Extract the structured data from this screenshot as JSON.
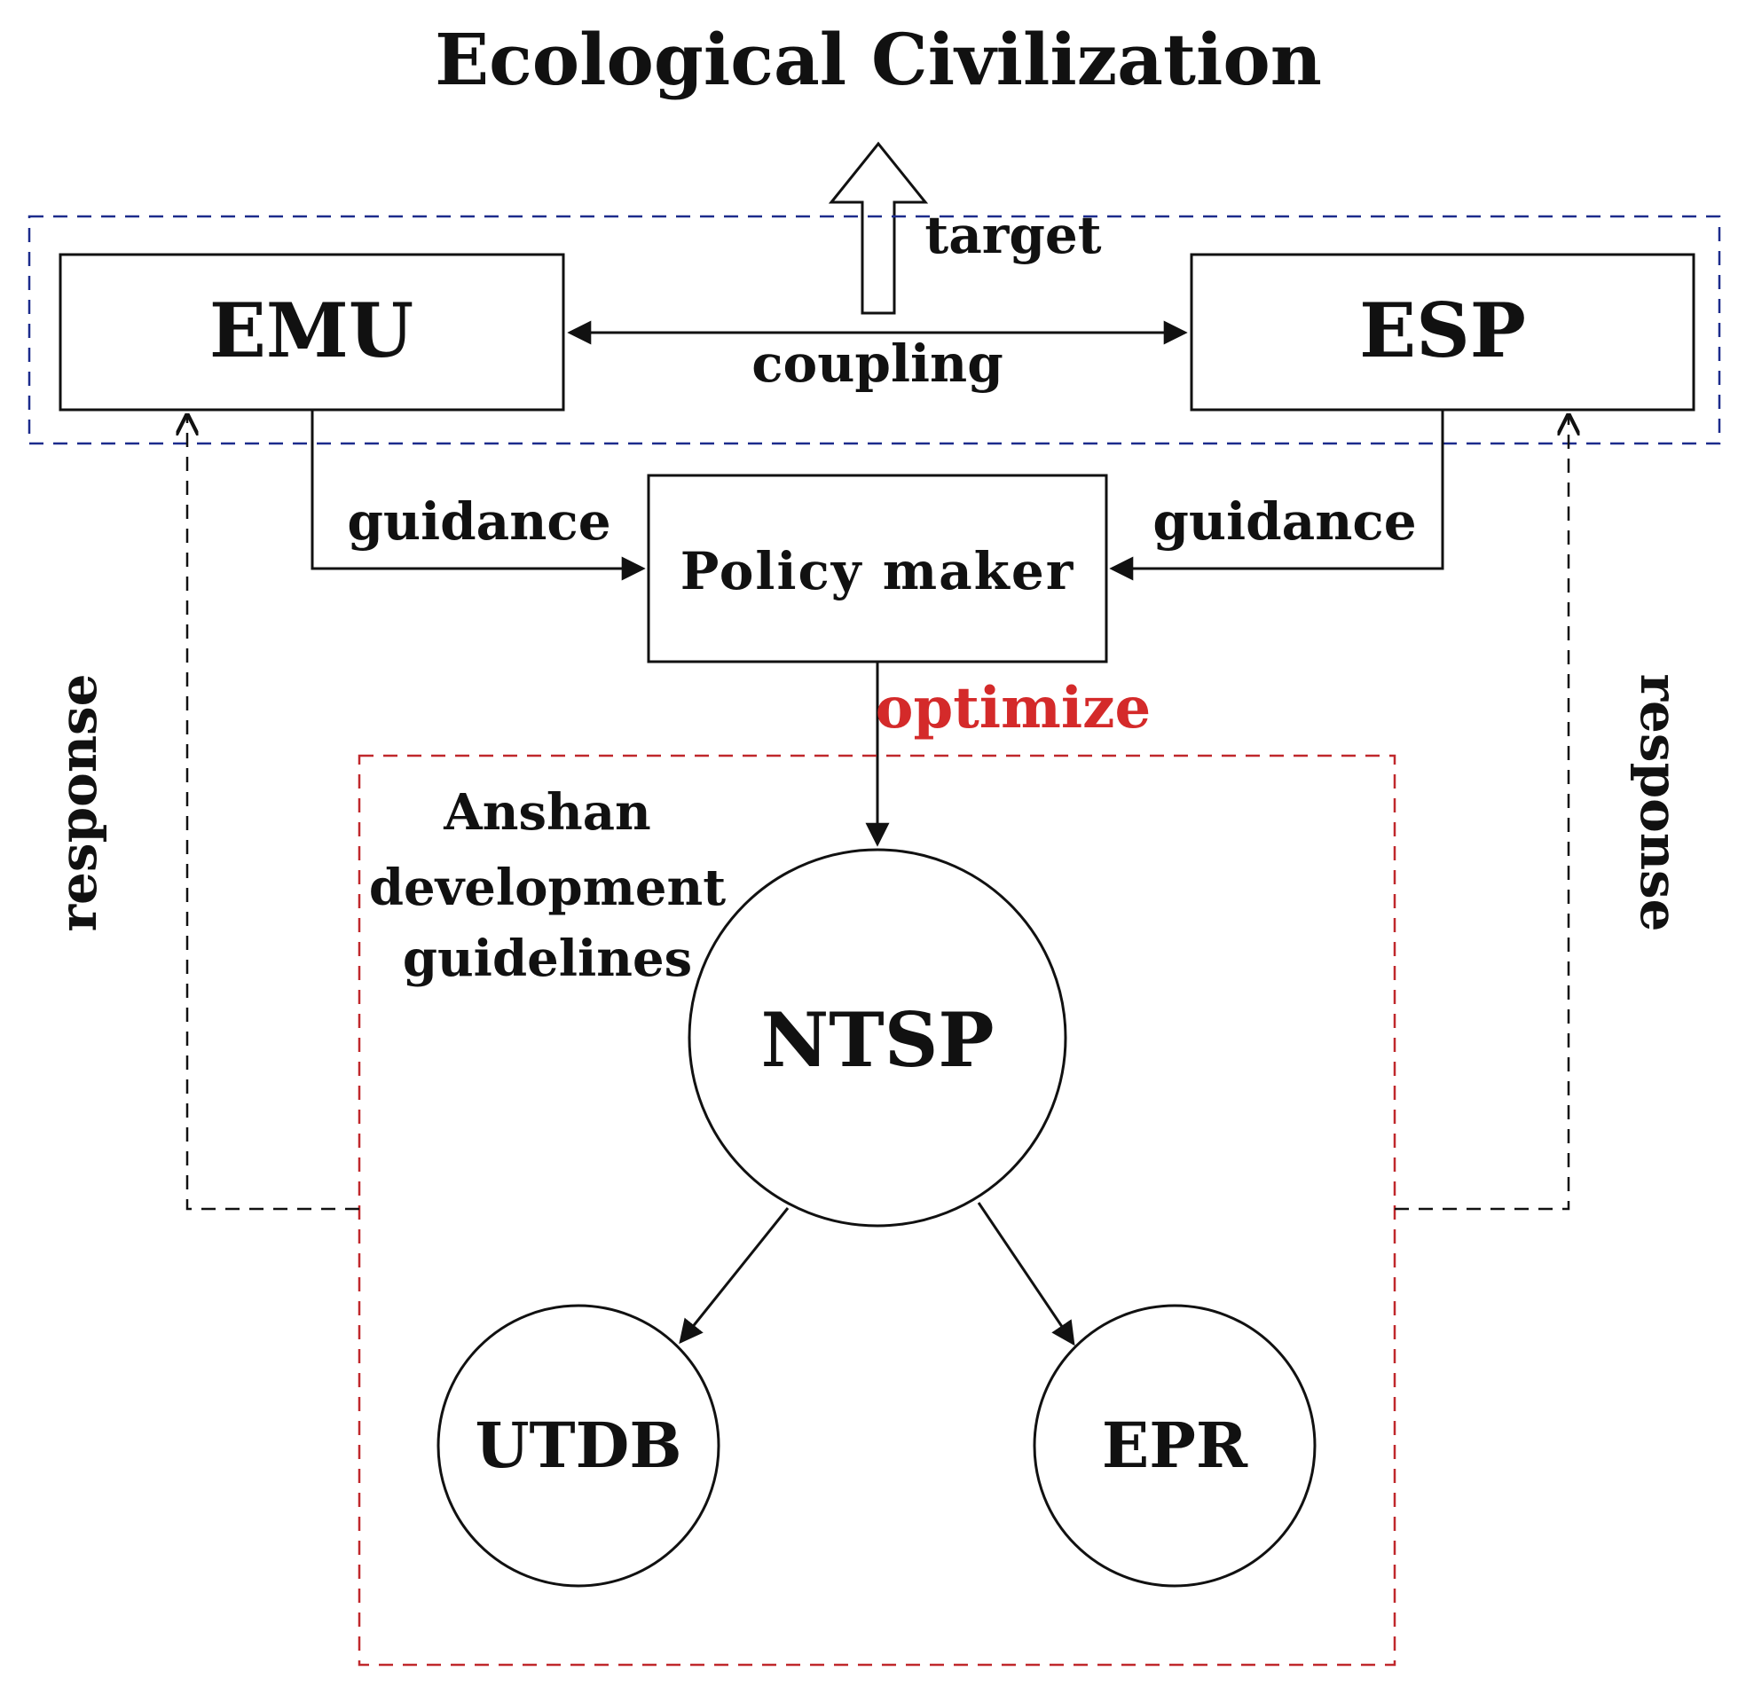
{
  "title": "Ecological Civilization",
  "nodes": {
    "emu": "EMU",
    "esp": "ESP",
    "policy_maker": "Policy maker",
    "ntsp": "NTSP",
    "utdb": "UTDB",
    "epr": "EPR"
  },
  "edges": {
    "target": "target",
    "coupling": "coupling",
    "guidance_left": "guidance",
    "guidance_right": "guidance",
    "optimize": "optimize",
    "response_left": "response",
    "response_right": "response"
  },
  "region": {
    "guidelines_line1": "Anshan",
    "guidelines_line2": "development",
    "guidelines_line3": "guidelines"
  },
  "colors": {
    "top_region_border": "#1c2c8c",
    "bottom_region_border": "#c0282c",
    "optimize_text": "#d42a2a",
    "ink": "#111111"
  }
}
